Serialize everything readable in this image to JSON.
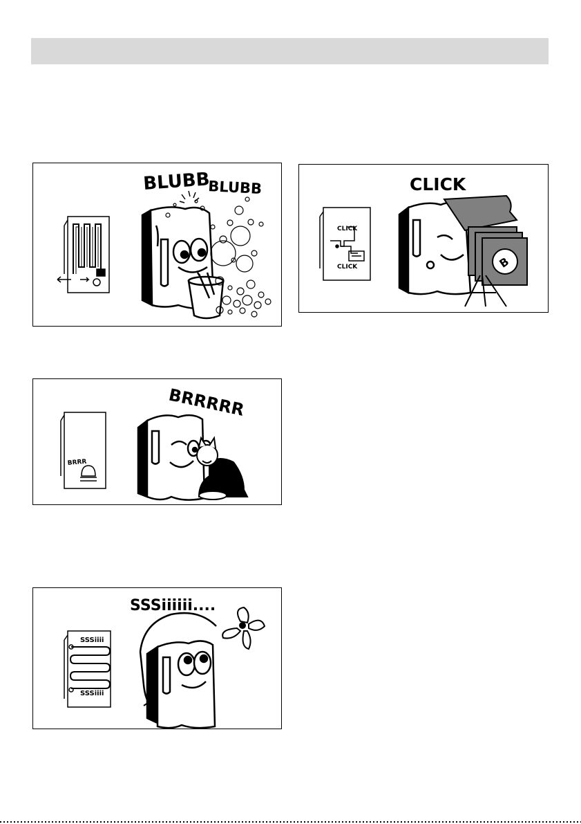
{
  "panels": {
    "blubb": {
      "sound_1": "BLUBB",
      "sound_2": "BLUBB"
    },
    "click": {
      "sound_main": "CLICK",
      "label_top": "CLICK",
      "label_bottom": "CLICK"
    },
    "brrr": {
      "sound_main": "BRRRRR",
      "label_small": "BRRR"
    },
    "sss": {
      "sound_main": "SSSiiiiii....",
      "label_top": "SSSiiii",
      "label_bottom": "SSSiiii"
    }
  },
  "colors": {
    "header_bar": "#d9d9d9",
    "line": "#000000",
    "paper": "#808080"
  }
}
